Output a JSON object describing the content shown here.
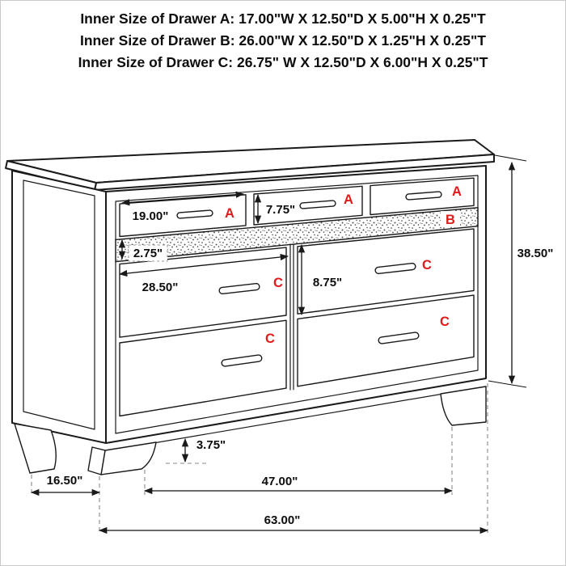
{
  "header": {
    "lines": [
      "Inner Size of Drawer A: 17.00\"W X 12.50\"D X 5.00\"H X 0.25\"T",
      "Inner Size of Drawer B: 26.00\"W X 12.50\"D X 1.25\"H X 0.25\"T",
      "Inner Size of Drawer C: 26.75\" W X 12.50\"D X 6.00\"H X 0.25\"T"
    ]
  },
  "diagram": {
    "letters": {
      "a1": "A",
      "a2": "A",
      "a3": "A",
      "b": "B",
      "c1_left": "C",
      "c1_right": "C",
      "c2_left": "C",
      "c2_right": "C"
    },
    "dims": {
      "a_width": "19.00\"",
      "a_height": "7.75\"",
      "b_height": "2.75\"",
      "c_width": "28.50\"",
      "c_height": "8.75\"",
      "overall_height": "38.50\"",
      "foot_height": "3.75\"",
      "side_depth": "16.50\"",
      "feet_span": "47.00\"",
      "overall_width": "63.00\""
    },
    "colors": {
      "letter_red": "#e01b1b",
      "line_black": "#1a1a1a"
    }
  }
}
